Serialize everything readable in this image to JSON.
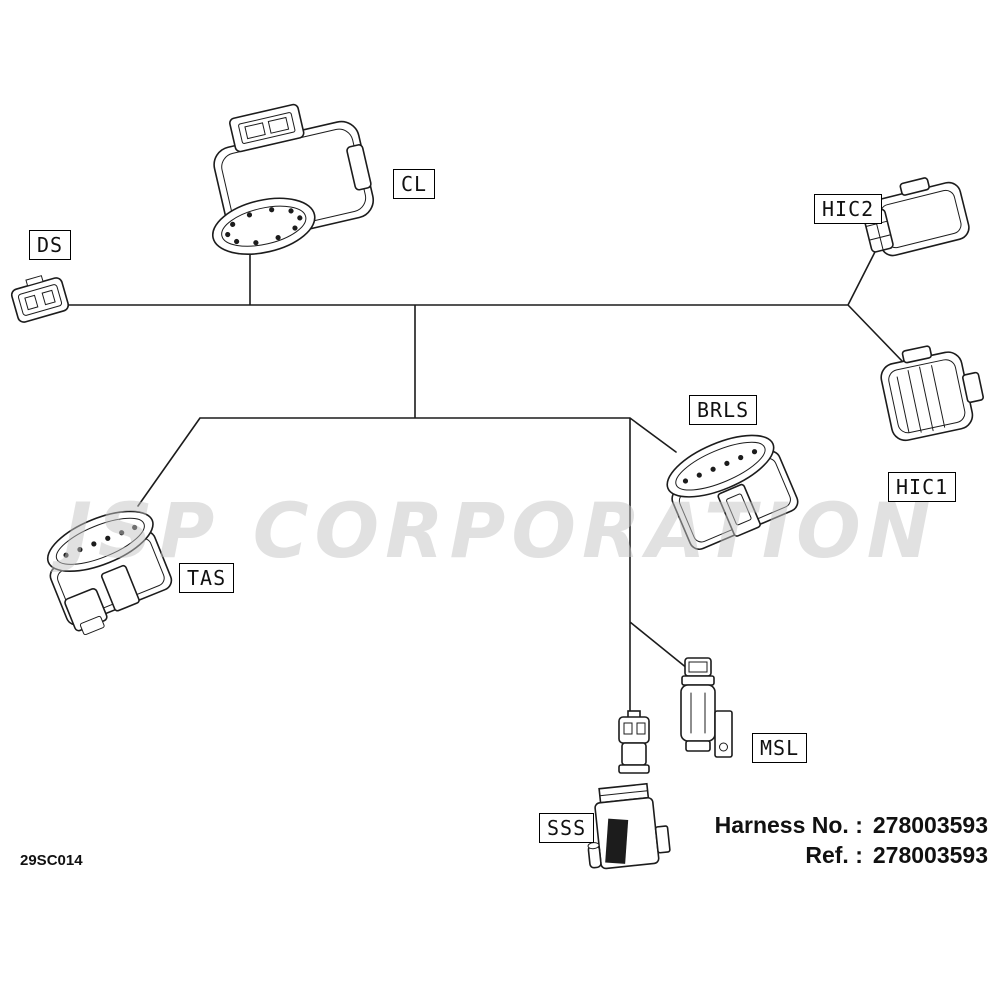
{
  "diagram_code": "29SC014",
  "watermark": "JSP CORPORATION",
  "labels": {
    "ds": "DS",
    "cl": "CL",
    "hic2": "HIC2",
    "hic1": "HIC1",
    "brls": "BRLS",
    "tas": "TAS",
    "msl": "MSL",
    "sss": "SSS"
  },
  "footer": {
    "harness_label": "Harness No. :",
    "harness_value": "278003593",
    "ref_label": "Ref. :",
    "ref_value": "278003593"
  }
}
